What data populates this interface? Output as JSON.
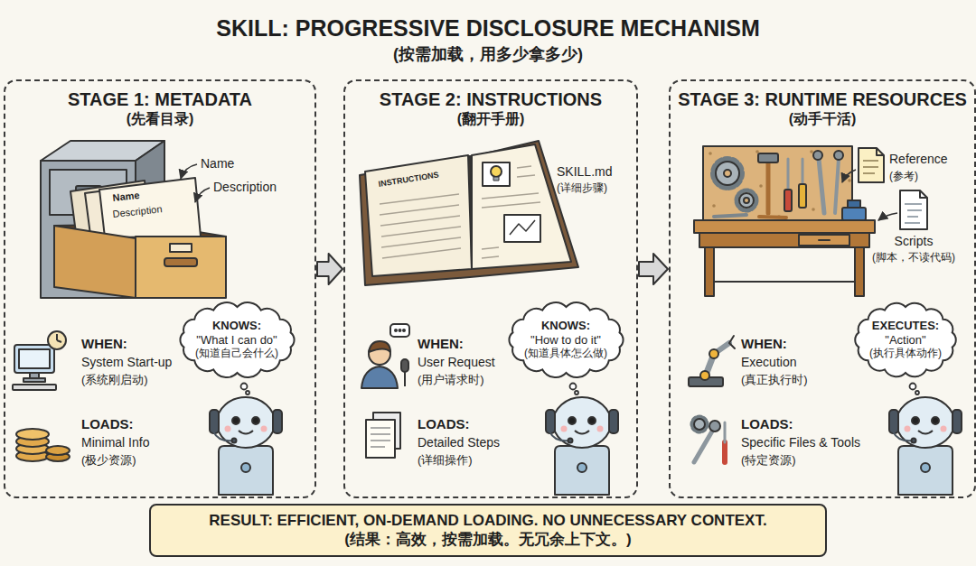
{
  "diagram": {
    "title": "SKILL: PROGRESSIVE DISCLOSURE MECHANISM",
    "nodes": [
      {
        "text": [
          "STAGE 1: METADATA",
          "(先看目录)"
        ]
      },
      {
        "text": [
          "KNOWS:",
          "\"What I can do\"",
          "(知道自己会什么)"
        ],
        "in": 0
      },
      {
        "text": [
          "STAGE 2: INSTRUCTIONS",
          "(翻开手册)"
        ]
      },
      {
        "text": [
          "KNOWS:",
          "\"How to do it\"",
          "(知道具体怎么做)"
        ],
        "in": 2
      },
      {
        "text": [
          "STAGE 3: RUNTIME RESOURCES",
          "(动手干活)"
        ]
      },
      {
        "text": [
          "EXECUTES:",
          "\"Action\"",
          "(执行具体动作)"
        ],
        "in": 4
      },
      {
        "text": [
          "RESULT: EFFICIENT, ON-DEMAND LOADING. NO UNNECESSARY CONTEXT.",
          "(结果：高效，按需加载。无冗余上下文。)"
        ]
      }
    ],
    "edges": [
      {
        "from": 0,
        "to": 2,
        "arrow": "to"
      },
      {
        "from": 2,
        "to": 4,
        "arrow": "to"
      }
    ],
    "labels": [
      "(按需加载，用多少拿多少)",
      "Name",
      "Description",
      "Name",
      "Description",
      "WHEN:",
      "System Start-up",
      "(系统刚启动)",
      "LOADS:",
      "Minimal Info",
      "(极少资源)",
      "INSTRUCTIONS",
      "SKILL.md",
      "(详细步骤)",
      "WHEN:",
      "User Request",
      "(用户请求时)",
      "LOADS:",
      "Detailed Steps",
      "(详细操作)",
      "Reference",
      "(参考)",
      "Scripts",
      "(脚本，不读代码)",
      "WHEN:",
      "Execution",
      "(真正执行时)",
      "LOADS:",
      "Specific Files & Tools",
      "(特定资源)"
    ]
  }
}
